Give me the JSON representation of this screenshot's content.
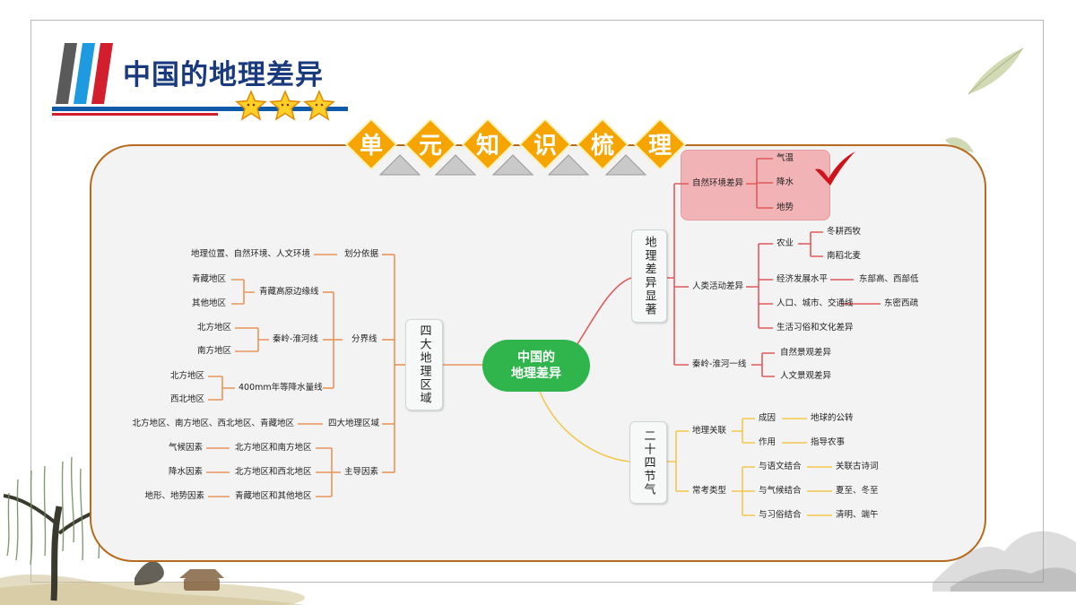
{
  "header": {
    "title": "中国的地理差异",
    "banner_chars": [
      "单",
      "元",
      "知",
      "识",
      "梳",
      "理"
    ]
  },
  "colors": {
    "title_blue": "#1a3a7e",
    "frame_brown": "#b66a1c",
    "center_green": "#2fb54b",
    "left_branch": "#e8955a",
    "red_branch": "#e25a5a",
    "yellow_branch": "#f2c84b",
    "highlight": "#f1b3b5",
    "check_red": "#d0131a"
  },
  "center": {
    "line1": "中国的",
    "line2": "地理差异"
  },
  "left": {
    "root": "四大地理区域",
    "huafen": {
      "label": "划分依据",
      "leaf": "地理位置、自然环境、人文环境"
    },
    "fenjie": {
      "label": "分界线",
      "qingzang": {
        "label": "青藏高原边缘线",
        "a": "青藏地区",
        "b": "其他地区"
      },
      "qinling": {
        "label": "秦岭-淮河线",
        "a": "北方地区",
        "b": "南方地区"
      },
      "line400": {
        "label": "400mm年等降水量线",
        "a": "北方地区",
        "b": "西北地区"
      }
    },
    "sida": {
      "label": "四大地理区域",
      "leaf": "北方地区、南方地区、西北地区、青藏地区"
    },
    "zhudao": {
      "label": "主导因素",
      "rows": [
        {
          "mid": "北方地区和南方地区",
          "leaf": "气候因素"
        },
        {
          "mid": "北方地区和西北地区",
          "leaf": "降水因素"
        },
        {
          "mid": "青藏地区和其他地区",
          "leaf": "地形、地势因素"
        }
      ]
    }
  },
  "right_top": {
    "root": "地理差异显著",
    "ziran": {
      "label": "自然环境差异",
      "items": [
        "气温",
        "降水",
        "地势"
      ]
    },
    "renlei": {
      "label": "人类活动差异",
      "nongye": {
        "label": "农业",
        "items": [
          "冬耕西牧",
          "南稻北麦"
        ]
      },
      "jingji": {
        "label": "经济发展水平",
        "leaf": "东部高、西部低"
      },
      "renkou": {
        "label": "人口、城市、交通线",
        "leaf": "东密西疏"
      },
      "shenghuo": "生活习俗和文化差异"
    },
    "qinling": {
      "label": "秦岭-淮河一线",
      "items": [
        "自然景观差异",
        "人文景观差异"
      ]
    }
  },
  "right_bottom": {
    "root": "二十四节气",
    "dili": {
      "label": "地理关联",
      "rows": [
        {
          "k": "成因",
          "v": "地球的公转"
        },
        {
          "k": "作用",
          "v": "指导农事"
        }
      ]
    },
    "changkao": {
      "label": "常考类型",
      "rows": [
        {
          "k": "与语文结合",
          "v": "关联古诗词"
        },
        {
          "k": "与气候结合",
          "v": "夏至、冬至"
        },
        {
          "k": "与习俗结合",
          "v": "清明、端午"
        }
      ]
    }
  }
}
